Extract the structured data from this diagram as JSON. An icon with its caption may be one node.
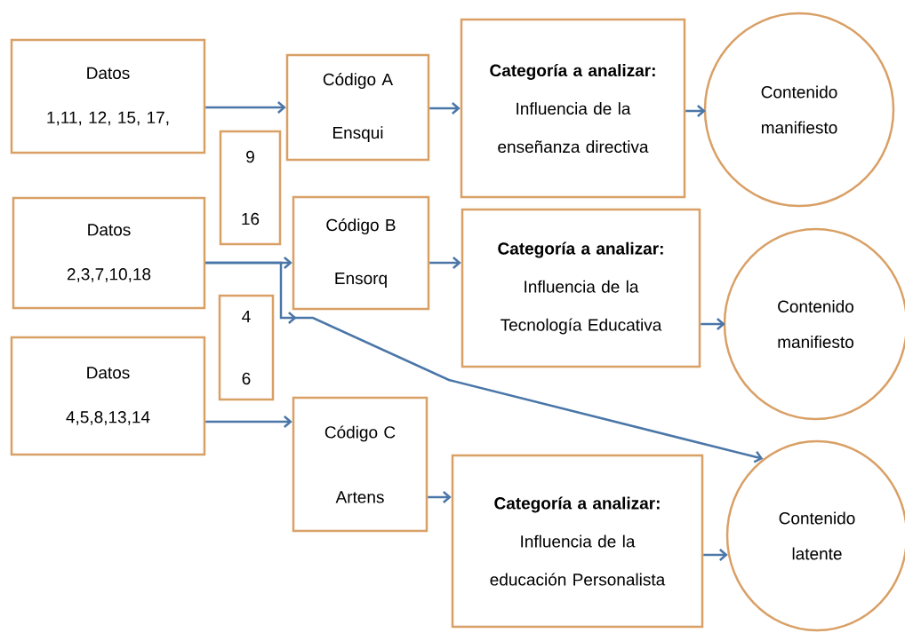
{
  "diagram": {
    "nodes": [
      {
        "text": [
          "Datos",
          "1,11, 12, 15, 17,"
        ]
      },
      {
        "text": [
          "Datos",
          "2,3,7,10,18"
        ]
      },
      {
        "text": [
          "Datos",
          "4,5,8,13,14"
        ]
      },
      {
        "text": [
          "9",
          "16"
        ]
      },
      {
        "text": [
          "4",
          "6"
        ]
      },
      {
        "text": [
          "Código A",
          "Ensqui"
        ]
      },
      {
        "text": [
          "Código B",
          "Ensorq"
        ]
      },
      {
        "text": [
          "Código C",
          "Artens"
        ]
      },
      {
        "text": [
          "**Categoría a analizar:** Influencia de la enseñanza directiva"
        ]
      },
      {
        "text": [
          "**Categoría a analizar:** Influencia de la Tecnología Educativa"
        ]
      },
      {
        "text": [
          "**Categoría a analizar:** Influencia de la educación Personalista"
        ]
      },
      {
        "text": [
          "Contenido manifiesto"
        ]
      },
      {
        "text": [
          "Contenido manifiesto"
        ]
      },
      {
        "text": [
          "Contenido latente"
        ]
      }
    ],
    "edges": [
      {
        "from": 0,
        "to": 5,
        "arrow": "to"
      },
      {
        "from": 1,
        "to": 6,
        "arrow": "to"
      },
      {
        "from": 1,
        "to": 13,
        "arrow": "to"
      },
      {
        "from": 2,
        "to": 7,
        "arrow": "to"
      },
      {
        "from": 5,
        "to": 8,
        "arrow": "to"
      },
      {
        "from": 6,
        "to": 9,
        "arrow": "to"
      },
      {
        "from": 7,
        "to": 10,
        "arrow": "to"
      },
      {
        "from": 8,
        "to": 11,
        "arrow": "to"
      },
      {
        "from": 9,
        "to": 12,
        "arrow": "to"
      },
      {
        "from": 10,
        "to": 13,
        "arrow": "to"
      }
    ]
  }
}
